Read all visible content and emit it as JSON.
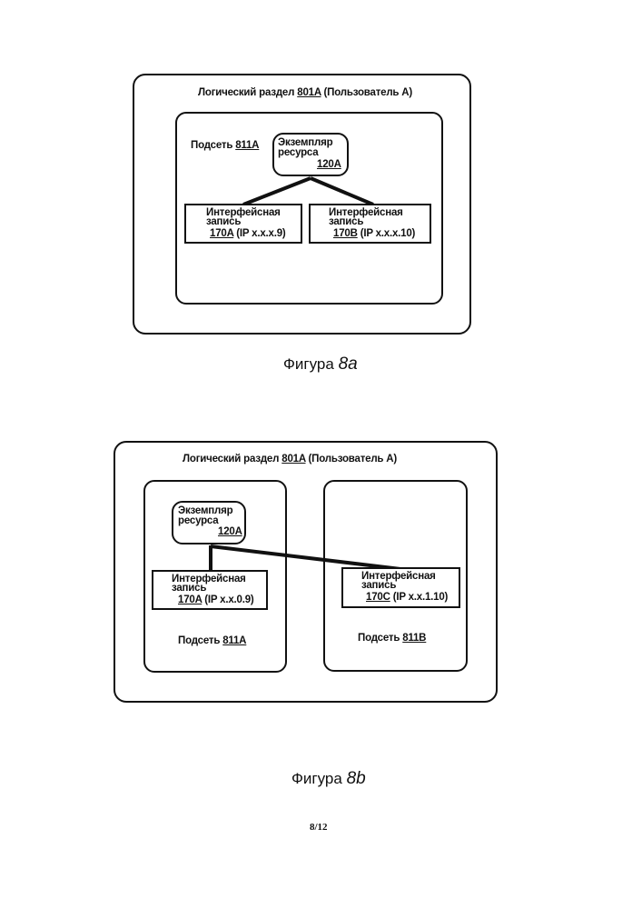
{
  "fig_a": {
    "partition": {
      "label": "Логический раздел",
      "id": "801A",
      "suffix": "(Пользователь А)"
    },
    "subnet": {
      "label": "Подсеть",
      "id": "811A"
    },
    "resource": {
      "line1": "Экземпляр",
      "line2": "ресурса",
      "id": "120A"
    },
    "interface_a": {
      "line1": "Интерфейсная",
      "line2": "запись",
      "id": "170A",
      "ip": "(IP x.x.x.9)"
    },
    "interface_b": {
      "line1": "Интерфейсная",
      "line2": "запись",
      "id": "170B",
      "ip": "(IP x.x.x.10)"
    },
    "caption": {
      "word": "Фигура",
      "num": "8a"
    }
  },
  "fig_b": {
    "partition": {
      "label": "Логический раздел",
      "id": "801A",
      "suffix": "(Пользователь А)"
    },
    "subnet_a": {
      "label": "Подсеть",
      "id": "811A"
    },
    "subnet_b": {
      "label": "Подсеть",
      "id": "811B"
    },
    "resource": {
      "line1": "Экземпляр",
      "line2": "ресурса",
      "id": "120A"
    },
    "interface_a": {
      "line1": "Интерфейсная",
      "line2": "запись",
      "id": "170A",
      "ip": "(IP x.x.0.9)"
    },
    "interface_c": {
      "line1": "Интерфейсная",
      "line2": "запись",
      "id": "170C",
      "ip": "(IP x.x.1.10)"
    },
    "caption": {
      "word": "Фигура",
      "num": "8b"
    }
  },
  "page_number": "8/12"
}
